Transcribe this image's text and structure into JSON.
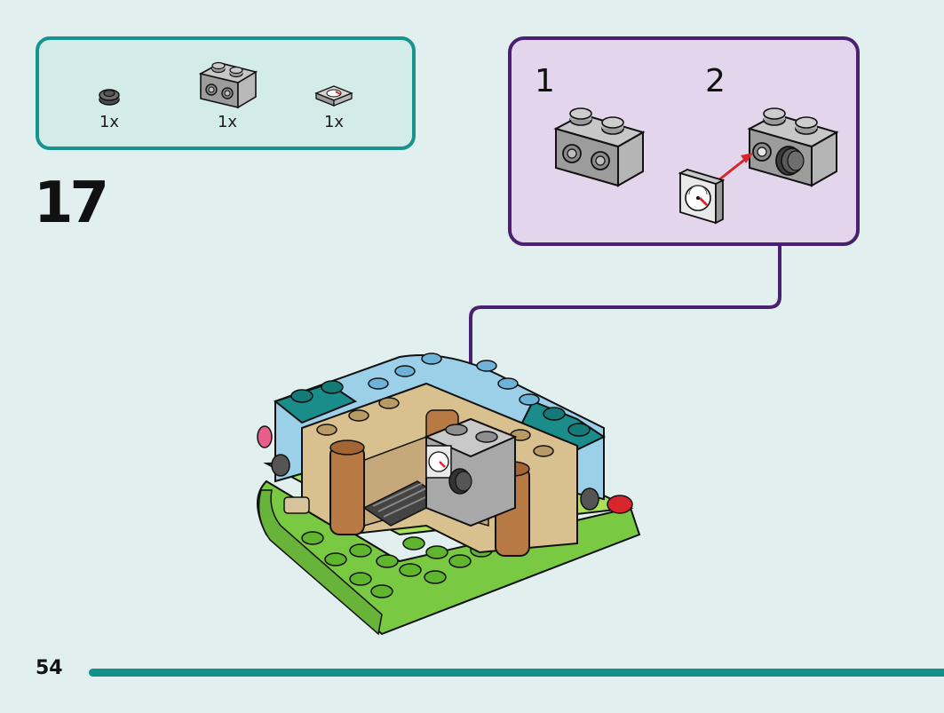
{
  "parts_list": {
    "items": [
      {
        "name": "round-plate-1x1-dark-gray",
        "qty": "1x"
      },
      {
        "name": "brick-1x2-with-studs-on-side-light-gray",
        "qty": "1x"
      },
      {
        "name": "tile-1x1-gauge-print",
        "qty": "1x"
      }
    ]
  },
  "step": {
    "number": "17"
  },
  "sub_assembly": {
    "steps": [
      {
        "number": "1"
      },
      {
        "number": "2"
      }
    ]
  },
  "page": {
    "number": "54"
  },
  "colors": {
    "page_bg": "#e1f0ef",
    "parts_border": "#17948e",
    "sub_border": "#4a2070",
    "sub_bg": "#e3d6ec",
    "accent_bar": "#12908a",
    "arrow_red": "#d9262c"
  }
}
